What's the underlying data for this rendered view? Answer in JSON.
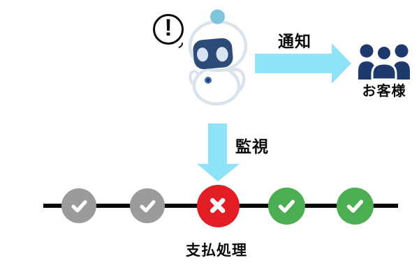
{
  "alert": {
    "symbol": "!"
  },
  "robot": {
    "icon": "robot-mascot-icon"
  },
  "flows": {
    "notify": {
      "label": "通知",
      "direction": "right"
    },
    "monitor": {
      "label": "監視",
      "direction": "down"
    }
  },
  "customers": {
    "label": "お客様",
    "icon": "people-group-icon"
  },
  "process": {
    "label": "支払処理"
  },
  "timeline": {
    "steps": [
      {
        "status": "past",
        "icon": "check"
      },
      {
        "status": "past",
        "icon": "check"
      },
      {
        "status": "failed",
        "icon": "x"
      },
      {
        "status": "ok",
        "icon": "check"
      },
      {
        "status": "ok",
        "icon": "check"
      }
    ]
  },
  "colors": {
    "arrow_cyan": "#8FE3F8",
    "navy": "#1E3A6C",
    "robot_outline": "#D9E3ED",
    "robot_visor": "#2C4B76",
    "robot_eye": "#D7E4F2",
    "antenna_blue": "#7EC5DA",
    "button_blue": "#3A6BA3",
    "step_past_gray": "#9B9B9B",
    "step_failed_red": "#E21D24",
    "step_ok_green": "#4CAE52",
    "timeline_black": "#0A0A0A"
  }
}
